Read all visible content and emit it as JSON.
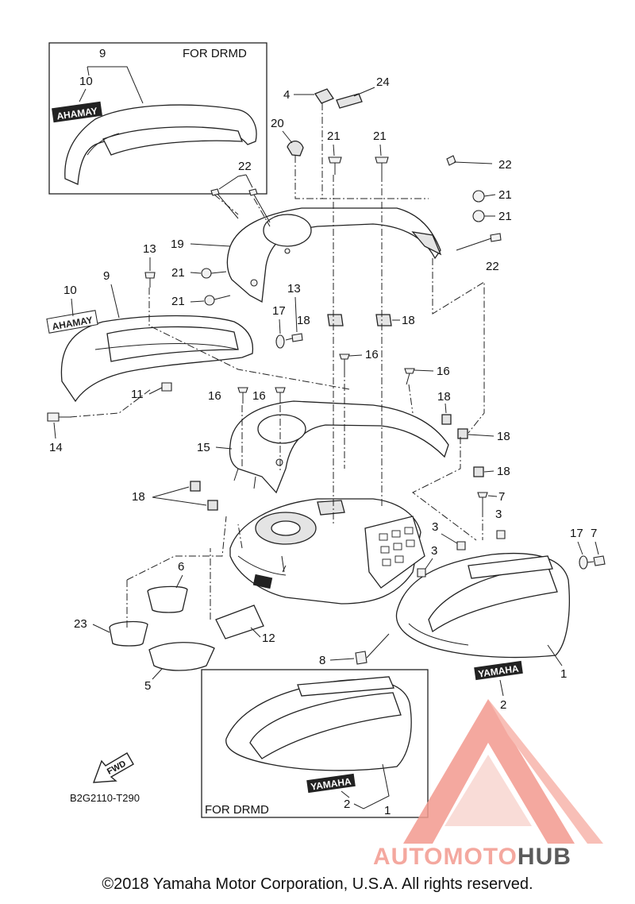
{
  "boxes": {
    "top_box_title": "FOR DRMD",
    "bottom_box_title": "FOR DRMD"
  },
  "labels": {
    "l1": "1",
    "l1b": "1",
    "l2": "2",
    "l2b": "2",
    "l3a": "3",
    "l3b": "3",
    "l3c": "3",
    "l4": "4",
    "l5": "5",
    "l6": "6",
    "l7a": "7",
    "l7b": "7",
    "l8": "8",
    "l9a": "9",
    "l9b": "9",
    "l10a": "10",
    "l10b": "10",
    "l11": "11",
    "l12": "12",
    "l13a": "13",
    "l13b": "13",
    "l14": "14",
    "l15": "15",
    "l16a": "16",
    "l16b": "16",
    "l16c": "16",
    "l16d": "16",
    "l17a": "17",
    "l17b": "17",
    "l18a": "18",
    "l18b": "18",
    "l18c": "18",
    "l18d": "18",
    "l18e": "18",
    "l18f": "18",
    "l19": "19",
    "l20": "20",
    "l21a": "21",
    "l21b": "21",
    "l21c": "21",
    "l21d": "21",
    "l21e": "21",
    "l21f": "21",
    "l22a": "22",
    "l22b": "22",
    "l22c": "22",
    "l23": "23",
    "l24": "24"
  },
  "decals": {
    "brand_mirrored": "AHAMAY",
    "brand": "YAMAHA"
  },
  "fwd_label": "FWD",
  "diagram_code": "B2G2110-T290",
  "watermark": {
    "part1": "AUTOMOTO",
    "part2": "HUB",
    "color_primary": "#f39a8f",
    "color_secondary": "#3f3f3f",
    "color_light": "#f7b5ab"
  },
  "copyright": "©2018 Yamaha Motor Corporation, U.S.A. All rights reserved."
}
